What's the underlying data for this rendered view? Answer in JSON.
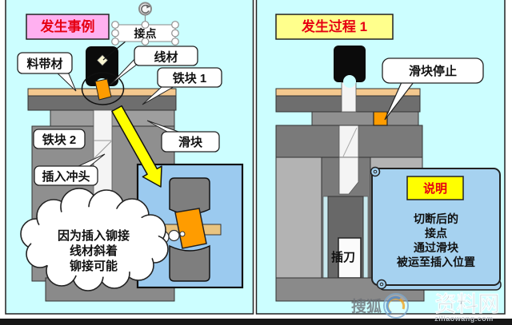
{
  "left_panel": {
    "title": "发生事例",
    "labels": {
      "contact": "接点",
      "wire": "线材",
      "strip": "料带材",
      "block1": "铁块 1",
      "block2": "铁块 2",
      "slider": "滑块",
      "insert_punch": "插入冲头"
    },
    "cloud": [
      "因为插入铆接",
      "线材斜着",
      "铆接可能"
    ]
  },
  "right_panel": {
    "title": "发生过程 1",
    "labels": {
      "slider_stop": "滑块停止",
      "insert_knife": "插刀"
    },
    "note": {
      "title": "说明",
      "lines": [
        "切断后的",
        "接点",
        "通过滑块",
        "被运至插入位置"
      ]
    }
  },
  "watermark": {
    "prefix": "搜狐",
    "name": "资料网",
    "url": "ziliaowang.com"
  },
  "icons": {
    "rotate_handle_icon": "circular-arrow",
    "selection_handle_icon": "white-circle",
    "scroll_curl_icon": "spiral",
    "watermark_logo_icon": "swirl"
  },
  "colors": {
    "panel_bg": "#ccfeff",
    "title_pink": "#ffb0f0",
    "title_yellow": "#ffff8c",
    "title_text_red": "#e60012",
    "machine_gray": "#8f8f8f",
    "machine_dark_gray": "#6e6e6e",
    "strip_tan": "#f4c88e",
    "contact_orange": "#ff9c00",
    "arrow_yellow": "#ffff00",
    "inset_blue": "#9bcaef",
    "note_blue": "#a6d2f0",
    "note_title_yellow": "#ffff00",
    "bottom_bar": "#161616"
  }
}
